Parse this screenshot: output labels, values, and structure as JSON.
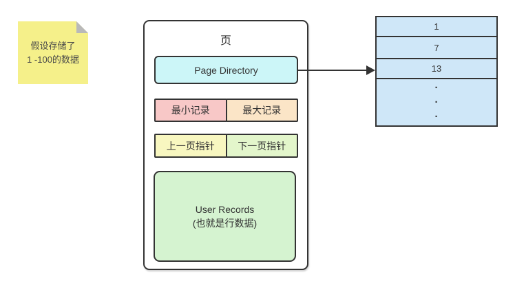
{
  "note": {
    "lines": [
      "假设存储了",
      "1 -100的数据"
    ]
  },
  "page": {
    "title": "页",
    "page_directory": "Page Directory",
    "min_record": "最小记录",
    "max_record": "最大记录",
    "prev_page_pointer": "上一页指针",
    "next_page_pointer": "下一页指针",
    "user_records_line1": "User Records",
    "user_records_line2": "(也就是行数据)"
  },
  "directory_table": {
    "entries": [
      "1",
      "7",
      "13"
    ],
    "dots": [
      "·",
      "·",
      "·"
    ]
  },
  "colors": {
    "note_bg": "#f5f08a",
    "note_fold": "#b9b9b9",
    "page_directory_bg": "#ccf6f8",
    "min_record_bg": "#f8c8c7",
    "max_record_bg": "#fbe5c7",
    "prev_pointer_bg": "#f8f7c0",
    "next_pointer_bg": "#e3f6cb",
    "user_records_bg": "#d5f3d0",
    "table_cell_bg": "#cfe7f8",
    "border": "#333333"
  }
}
